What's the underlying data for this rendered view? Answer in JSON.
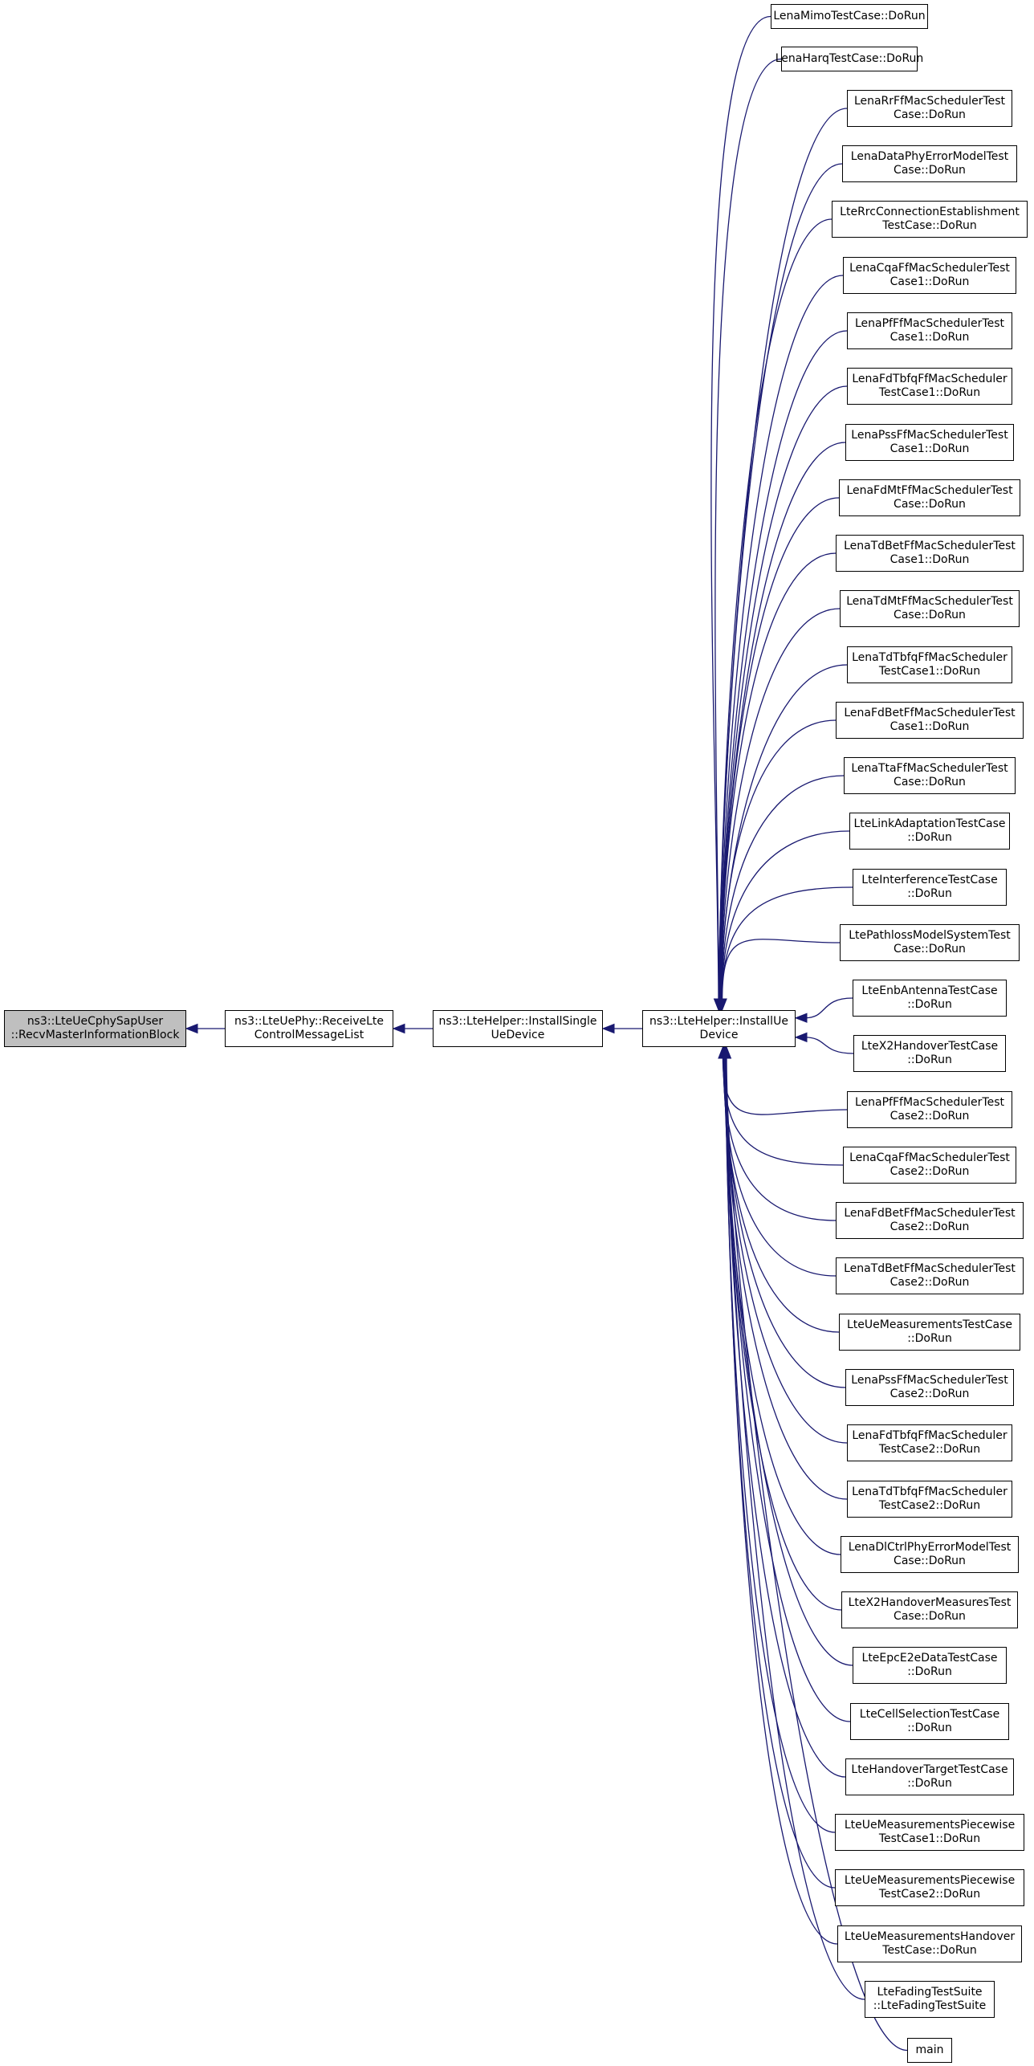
{
  "diagram": {
    "root": {
      "lines": [
        "ns3::LteUeCphySapUser",
        "::RecvMasterInformationBlock"
      ]
    },
    "chain": [
      {
        "lines": [
          "ns3::LteUePhy::ReceiveLte",
          "ControlMessageList"
        ]
      },
      {
        "lines": [
          "ns3::LteHelper::InstallSingle",
          "UeDevice"
        ]
      },
      {
        "lines": [
          "ns3::LteHelper::InstallUe",
          "Device"
        ]
      }
    ],
    "callers": [
      {
        "lines": [
          "LenaMimoTestCase::DoRun"
        ]
      },
      {
        "lines": [
          "LenaHarqTestCase::DoRun"
        ]
      },
      {
        "lines": [
          "LenaRrFfMacSchedulerTest",
          "Case::DoRun"
        ]
      },
      {
        "lines": [
          "LenaDataPhyErrorModelTest",
          "Case::DoRun"
        ]
      },
      {
        "lines": [
          "LteRrcConnectionEstablishment",
          "TestCase::DoRun"
        ]
      },
      {
        "lines": [
          "LenaCqaFfMacSchedulerTest",
          "Case1::DoRun"
        ]
      },
      {
        "lines": [
          "LenaPfFfMacSchedulerTest",
          "Case1::DoRun"
        ]
      },
      {
        "lines": [
          "LenaFdTbfqFfMacScheduler",
          "TestCase1::DoRun"
        ]
      },
      {
        "lines": [
          "LenaPssFfMacSchedulerTest",
          "Case1::DoRun"
        ]
      },
      {
        "lines": [
          "LenaFdMtFfMacSchedulerTest",
          "Case::DoRun"
        ]
      },
      {
        "lines": [
          "LenaTdBetFfMacSchedulerTest",
          "Case1::DoRun"
        ]
      },
      {
        "lines": [
          "LenaTdMtFfMacSchedulerTest",
          "Case::DoRun"
        ]
      },
      {
        "lines": [
          "LenaTdTbfqFfMacScheduler",
          "TestCase1::DoRun"
        ]
      },
      {
        "lines": [
          "LenaFdBetFfMacSchedulerTest",
          "Case1::DoRun"
        ]
      },
      {
        "lines": [
          "LenaTtaFfMacSchedulerTest",
          "Case::DoRun"
        ]
      },
      {
        "lines": [
          "LteLinkAdaptationTestCase",
          "::DoRun"
        ]
      },
      {
        "lines": [
          "LteInterferenceTestCase",
          "::DoRun"
        ]
      },
      {
        "lines": [
          "LtePathlossModelSystemTest",
          "Case::DoRun"
        ]
      },
      {
        "lines": [
          "LteEnbAntennaTestCase",
          "::DoRun"
        ]
      },
      {
        "lines": [
          "LteX2HandoverTestCase",
          "::DoRun"
        ]
      },
      {
        "lines": [
          "LenaPfFfMacSchedulerTest",
          "Case2::DoRun"
        ]
      },
      {
        "lines": [
          "LenaCqaFfMacSchedulerTest",
          "Case2::DoRun"
        ]
      },
      {
        "lines": [
          "LenaFdBetFfMacSchedulerTest",
          "Case2::DoRun"
        ]
      },
      {
        "lines": [
          "LenaTdBetFfMacSchedulerTest",
          "Case2::DoRun"
        ]
      },
      {
        "lines": [
          "LteUeMeasurementsTestCase",
          "::DoRun"
        ]
      },
      {
        "lines": [
          "LenaPssFfMacSchedulerTest",
          "Case2::DoRun"
        ]
      },
      {
        "lines": [
          "LenaFdTbfqFfMacScheduler",
          "TestCase2::DoRun"
        ]
      },
      {
        "lines": [
          "LenaTdTbfqFfMacScheduler",
          "TestCase2::DoRun"
        ]
      },
      {
        "lines": [
          "LenaDlCtrlPhyErrorModelTest",
          "Case::DoRun"
        ]
      },
      {
        "lines": [
          "LteX2HandoverMeasuresTest",
          "Case::DoRun"
        ]
      },
      {
        "lines": [
          "LteEpcE2eDataTestCase",
          "::DoRun"
        ]
      },
      {
        "lines": [
          "LteCellSelectionTestCase",
          "::DoRun"
        ]
      },
      {
        "lines": [
          "LteHandoverTargetTestCase",
          "::DoRun"
        ]
      },
      {
        "lines": [
          "LteUeMeasurementsPiecewise",
          "TestCase1::DoRun"
        ]
      },
      {
        "lines": [
          "LteUeMeasurementsPiecewise",
          "TestCase2::DoRun"
        ]
      },
      {
        "lines": [
          "LteUeMeasurementsHandover",
          "TestCase::DoRun"
        ]
      },
      {
        "lines": [
          "LteFadingTestSuite",
          "::LteFadingTestSuite"
        ]
      },
      {
        "lines": [
          "main"
        ]
      }
    ]
  },
  "colors": {
    "edge": "#191970",
    "root_fill": "#bfbfbf",
    "node_fill": "#ffffff",
    "border": "#000000"
  }
}
